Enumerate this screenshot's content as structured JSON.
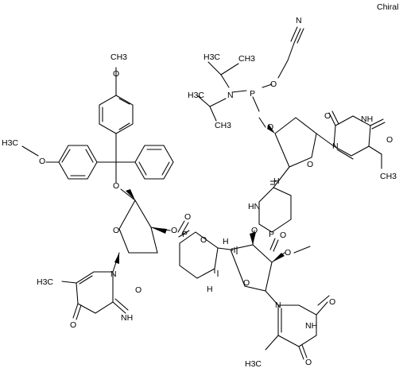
{
  "stereo_note": "Chiral",
  "atoms": {
    "O": "O",
    "N": "N",
    "P": "P",
    "H": "H",
    "NH": "NH",
    "HN": "HN",
    "H3C": "H3C",
    "CH3": "CH3",
    "CH3_sub": "CH3"
  },
  "groups": {
    "methoxy_1": "O",
    "methoxy_1_methyl": "CH3",
    "methoxy_2": "O",
    "methoxy_2_methyl": "H3C",
    "trityl_ether_O": "O",
    "phosphoramidite_P": "P",
    "phosphoramidite_N": "N",
    "cyanoethyl_O": "O",
    "nitrile_N": "N",
    "sugar_O_upper": "O",
    "sugar_O_lower_left": "O",
    "sugar_O_lower_right": "O",
    "oxazaphosphinane_P": "P",
    "oxazaphosphinane_NH": "HN",
    "dioxaphosphinane_P": "P",
    "methoxy_2prime": "O",
    "thymine_N": "N",
    "thymine_NH": "NH",
    "thymine_O": "O",
    "thymine_CH3": "CH3",
    "thymine_H3C": "H3C"
  }
}
